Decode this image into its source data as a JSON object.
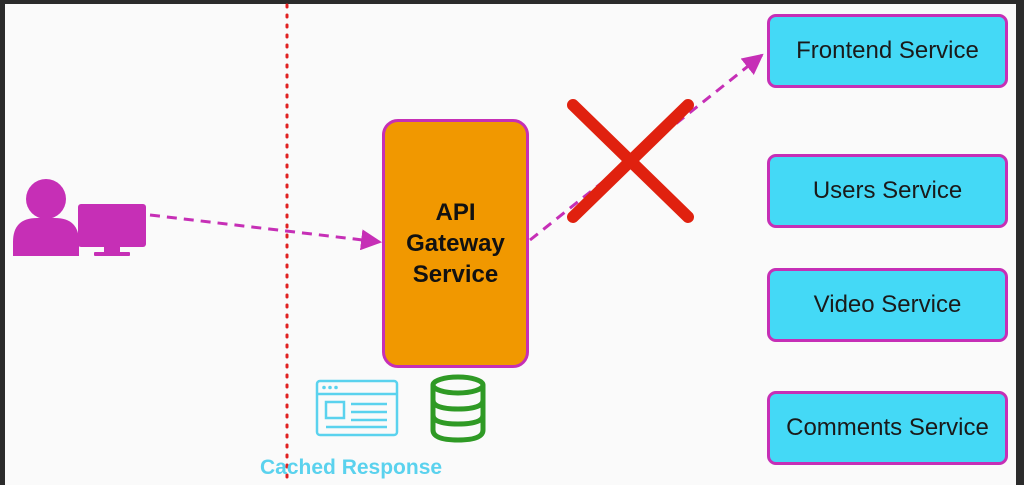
{
  "gateway": {
    "label": "API\nGateway\nService"
  },
  "services": [
    {
      "label": "Frontend Service"
    },
    {
      "label": "Users Service"
    },
    {
      "label": "Video Service"
    },
    {
      "label": "Comments Service"
    }
  ],
  "cache": {
    "label": "Cached Response"
  },
  "icons": {
    "user": "user-icon",
    "monitor": "monitor-icon",
    "blocked": "x-mark-icon",
    "browser_window": "browser-window-icon",
    "database": "database-icon"
  },
  "colors": {
    "service_fill": "#44d9f6",
    "gateway_fill": "#f19800",
    "border": "#c62fb6",
    "arrow": "#c62fb6",
    "x_mark": "#e0210f",
    "boundary": "#e02020",
    "cache_text": "#5ad2ee",
    "database": "#2f9a25",
    "client": "#c62fb6"
  }
}
